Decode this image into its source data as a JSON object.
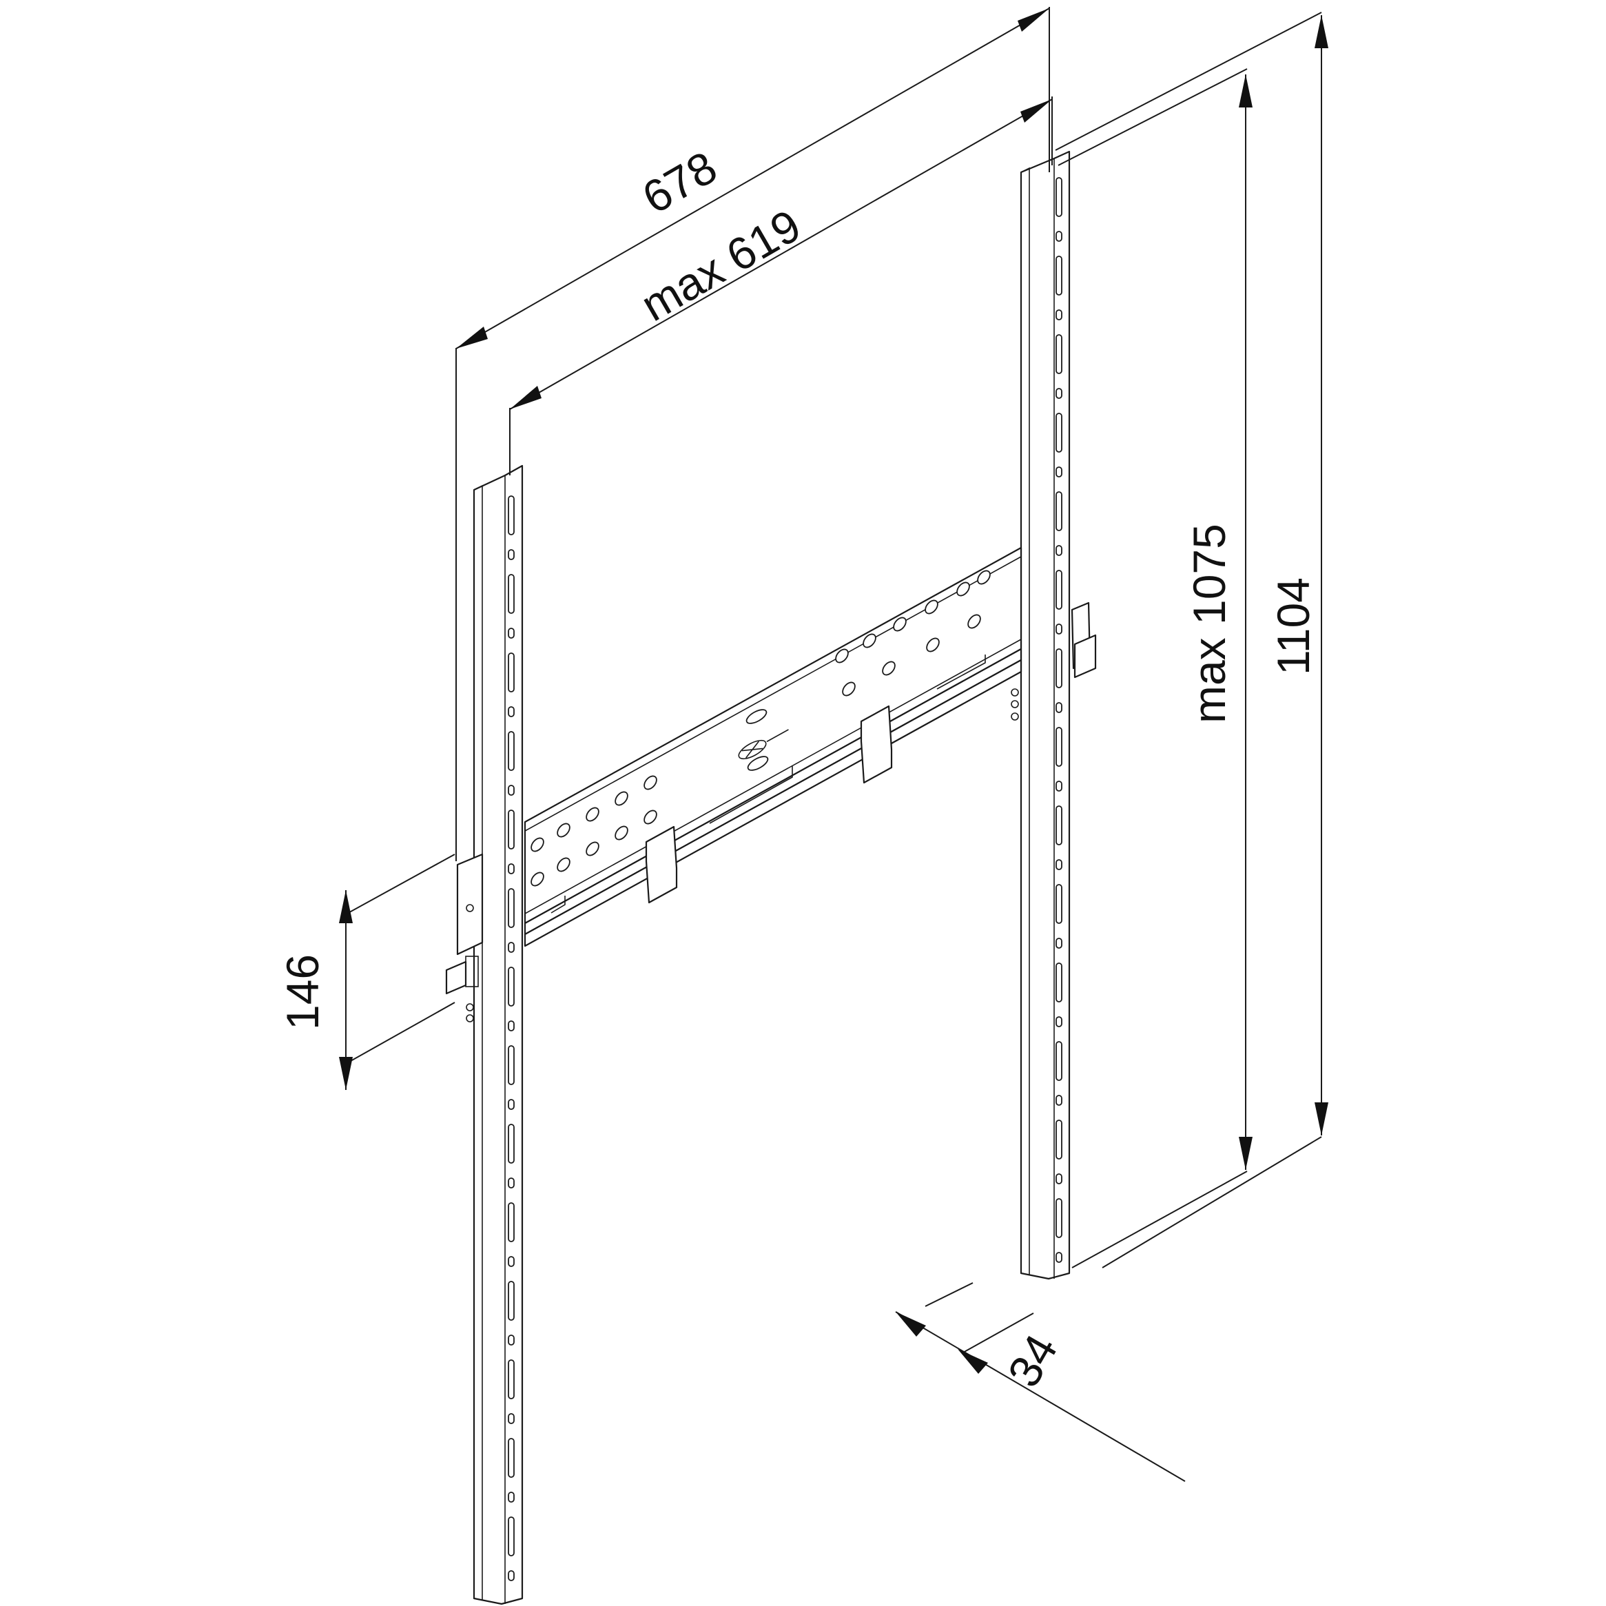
{
  "dimensions": {
    "overall_width": "678",
    "max_width": "max 619",
    "overall_height": "1104",
    "max_height": "max 1075",
    "depth": "34",
    "lock_spacing": "146"
  },
  "colors": {
    "line": "#1a1a1a",
    "background": "#ffffff"
  }
}
